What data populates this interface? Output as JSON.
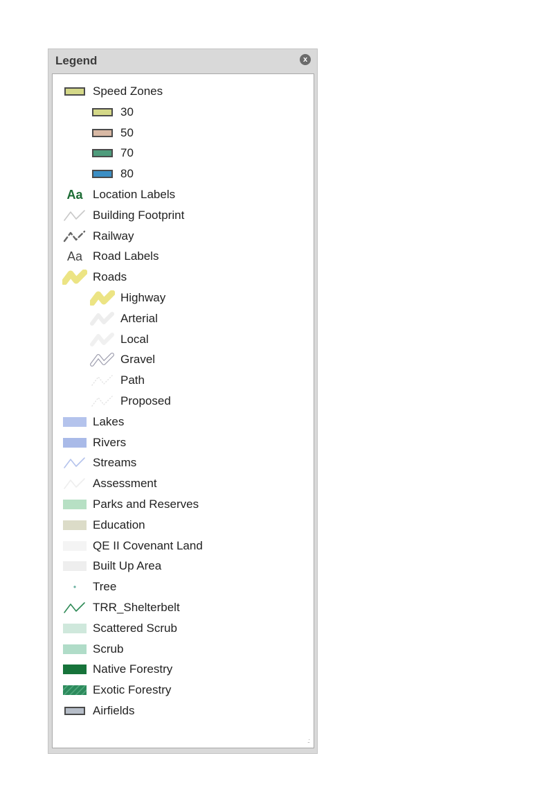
{
  "panel": {
    "title": "Legend",
    "close_glyph": "x"
  },
  "items": [
    {
      "label": "Speed Zones",
      "symbol": "swatch",
      "fill": "#d4d888",
      "level": 0
    },
    {
      "label": "30",
      "symbol": "swatch",
      "fill": "#d4d888",
      "level": 1
    },
    {
      "label": "50",
      "symbol": "swatch",
      "fill": "#d8b8a4",
      "level": 1
    },
    {
      "label": "70",
      "symbol": "swatch",
      "fill": "#4f9c7c",
      "level": 1
    },
    {
      "label": "80",
      "symbol": "swatch",
      "fill": "#3b8ec4",
      "level": 1
    },
    {
      "label": "Location Labels",
      "symbol": "text-bold",
      "color": "#1b6b33",
      "level": 0
    },
    {
      "label": "Building Footprint",
      "symbol": "line-thin",
      "color": "#c8c8c8",
      "level": 0
    },
    {
      "label": "Railway",
      "symbol": "line-dash",
      "color": "#666666",
      "level": 0
    },
    {
      "label": "Road Labels",
      "symbol": "text",
      "color": "#444444",
      "level": 0
    },
    {
      "label": "Roads",
      "symbol": "road-thick",
      "color": "#ece484",
      "level": 0
    },
    {
      "label": "Highway",
      "symbol": "road-thick",
      "color": "#ece484",
      "level": 1
    },
    {
      "label": "Arterial",
      "symbol": "road-faint",
      "color": "#ededed",
      "level": 1
    },
    {
      "label": "Local",
      "symbol": "road-faint",
      "color": "#f0f0f0",
      "level": 1
    },
    {
      "label": "Gravel",
      "symbol": "road-outline",
      "color": "#a0a0b0",
      "level": 1
    },
    {
      "label": "Path",
      "symbol": "dots",
      "color": "#e4e4e4",
      "level": 1
    },
    {
      "label": "Proposed",
      "symbol": "dots",
      "color": "#e4e4e4",
      "level": 1
    },
    {
      "label": "Lakes",
      "symbol": "fill",
      "fill": "#b4c3ec",
      "level": 0
    },
    {
      "label": "Rivers",
      "symbol": "fill",
      "fill": "#a9bae8",
      "level": 0
    },
    {
      "label": "Streams",
      "symbol": "line-thin",
      "color": "#b4c3ec",
      "level": 0
    },
    {
      "label": "Assessment",
      "symbol": "line-thin",
      "color": "#eeeeee",
      "level": 0
    },
    {
      "label": "Parks and Reserves",
      "symbol": "fill",
      "fill": "#b7e0c4",
      "level": 0
    },
    {
      "label": "Education",
      "symbol": "fill",
      "fill": "#dcdcc8",
      "level": 0
    },
    {
      "label": "QE II Covenant Land",
      "symbol": "fill",
      "fill": "#f4f4f4",
      "level": 0
    },
    {
      "label": "Built Up Area",
      "symbol": "fill",
      "fill": "#eeeeee",
      "level": 0
    },
    {
      "label": "Tree",
      "symbol": "dot",
      "color": "#6bb0a0",
      "level": 0
    },
    {
      "label": "TRR_Shelterbelt",
      "symbol": "line-thin",
      "color": "#2e8a56",
      "level": 0
    },
    {
      "label": "Scattered Scrub",
      "symbol": "fill",
      "fill": "#cfe8dc",
      "level": 0
    },
    {
      "label": "Scrub",
      "symbol": "fill",
      "fill": "#b0dcc8",
      "level": 0
    },
    {
      "label": "Native Forestry",
      "symbol": "fill",
      "fill": "#16733a",
      "level": 0
    },
    {
      "label": "Exotic Forestry",
      "symbol": "fill-pattern",
      "fill": "#2c8a5c",
      "level": 0
    },
    {
      "label": "Airfields",
      "symbol": "swatch",
      "fill": "#b6bdc8",
      "level": 0
    }
  ],
  "text_sample": "Aa",
  "grip_glyph": ".:"
}
